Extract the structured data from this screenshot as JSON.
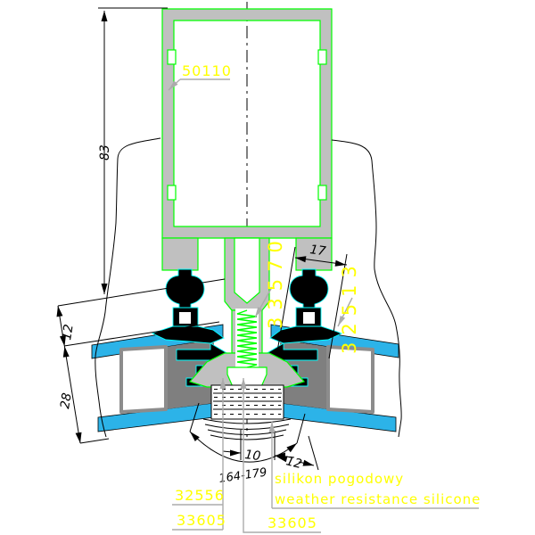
{
  "drawing": {
    "title": "aluminium facade mullion glazing cross-section",
    "colors": {
      "background": "#ffffff",
      "profile_fill": "#c0c0c0",
      "outline_green": "#00ff00",
      "glass_blue": "#2cb3e8",
      "gasket_black": "#000000",
      "gasket_edge_cyan": "#00ffff",
      "spacer_gray": "#7f7f7f",
      "leader_gray": "#ababab",
      "label_yellow": "#ffff00",
      "dim_black": "#000000"
    },
    "labels": {
      "mullion_profile": "50110",
      "center_gasket": "33570",
      "side_gasket": "32513",
      "bottom_left_upper": "32556",
      "bottom_left_lower": "33605",
      "bottom_center": "33605",
      "silicone_pl": "silikon pogodowy",
      "silicone_en": "weather resistance silicone"
    },
    "dimensions": {
      "profile_height": "83",
      "glass_inset": "12",
      "glazing_unit": "28",
      "rebate_width": "17",
      "joint_width": "10",
      "edge_distance": "12",
      "glass_angle_range": "164-179"
    }
  }
}
